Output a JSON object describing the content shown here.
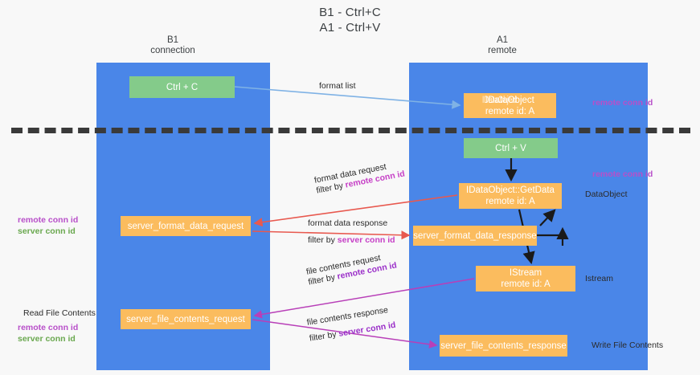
{
  "title": {
    "line1": "B1 - Ctrl+C",
    "line2": "A1 - Ctrl+V"
  },
  "columns": {
    "left": {
      "name": "B1",
      "role": "connection"
    },
    "right": {
      "name": "A1",
      "role": "remote"
    }
  },
  "nodes": {
    "ctrl_c": {
      "label": "Ctrl + C",
      "color": "#84cb8a"
    },
    "idataobject": {
      "label": "IDataObject",
      "ghost": "IDataObject",
      "sub": "remote id: A",
      "color": "#fbbc5e"
    },
    "ctrl_v": {
      "label": "Ctrl + V",
      "color": "#84cb8a"
    },
    "getdata": {
      "label": "IDataObject::GetData",
      "sub": "remote id: A",
      "color": "#fbbc5e"
    },
    "server_format_data_request": {
      "label": "server_format_data_request",
      "color": "#fbbc5e"
    },
    "server_format_data_response": {
      "label": "server_format_data_response",
      "color": "#fbbc5e"
    },
    "istream": {
      "label": "IStream",
      "sub": "remote id: A",
      "color": "#fbbc5e"
    },
    "server_file_contents_request": {
      "label": "server_file_contents_request",
      "color": "#fbbc5e"
    },
    "server_file_contents_response": {
      "label": "server_file_contents_response",
      "color": "#fbbc5e"
    }
  },
  "edge_labels": {
    "format_list": "format list",
    "format_data_request": "format data request",
    "format_data_request_filter_prefix": "filter by ",
    "format_data_request_filter_key": "remote conn id",
    "format_data_response": "format data response",
    "format_data_response_filter_prefix": "filter by ",
    "format_data_response_filter_key": "server conn id",
    "file_contents_request": "file contents request",
    "file_contents_request_filter_prefix": "filter by ",
    "file_contents_request_filter_key": "remote conn id",
    "file_contents_response": "file contents response",
    "file_contents_response_filter_prefix": "filter by ",
    "file_contents_response_filter_key": "server conn id"
  },
  "annotations": {
    "right_remote_conn_id_top": "remote conn id",
    "right_remote_conn_id_mid": "remote conn id",
    "right_dataobject": "DataObject",
    "right_istream": "Istream",
    "right_write_file_contents": "Write File Contents",
    "left_remote_conn_id": "remote conn id",
    "left_server_conn_id": "server conn id",
    "left_read_file_contents": "Read File Contents",
    "left_remote_conn_id_2": "remote conn id",
    "left_server_conn_id_2": "server conn id"
  },
  "colors": {
    "lane": "#4a86e8",
    "green_node": "#84cb8a",
    "orange_node": "#fbbc5e",
    "red_arrow": "#e8594f",
    "magenta_arrow": "#b83fb8",
    "blue_arrow": "#7fb2e5",
    "black_arrow": "#1a1a1a",
    "purple_text": "#b84fc9",
    "green_text": "#6aa84f",
    "dashed_line": "#3a3a3a"
  }
}
